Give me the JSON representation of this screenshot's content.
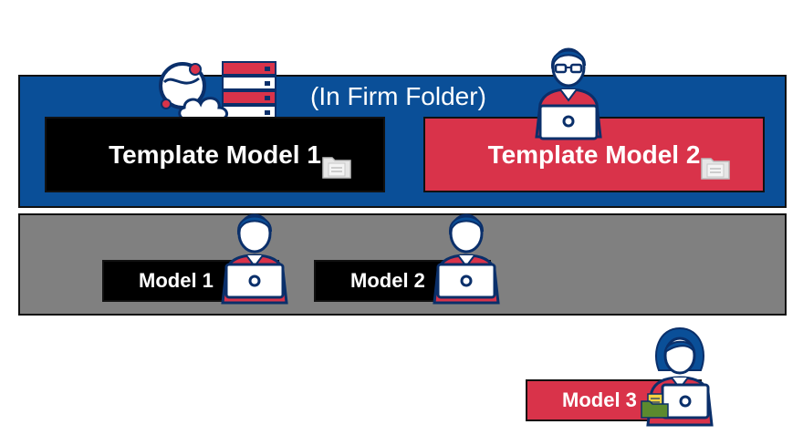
{
  "firm_folder": {
    "label": "(In Firm Folder)",
    "color": "#0a4f98"
  },
  "templates": [
    {
      "label": "Template Model 1",
      "color": "#000000"
    },
    {
      "label": "Template Model 2",
      "color": "#d9334a"
    }
  ],
  "group": {
    "color": "#808080"
  },
  "models": [
    {
      "label": "Model 1",
      "color": "#000000"
    },
    {
      "label": "Model 2",
      "color": "#000000"
    },
    {
      "label": "Model 3",
      "color": "#d9334a"
    }
  ],
  "icons": {
    "cloud_server": "cloud-server-icon",
    "user": "user-laptop-icon",
    "user_glasses": "user-glasses-laptop-icon",
    "user_female": "user-female-laptop-icon",
    "folder": "folder-icon",
    "document": "document-icon"
  },
  "palette": {
    "navy": "#0a4f98",
    "red": "#d9334a",
    "gray": "#808080",
    "black": "#000000",
    "white": "#ffffff"
  }
}
